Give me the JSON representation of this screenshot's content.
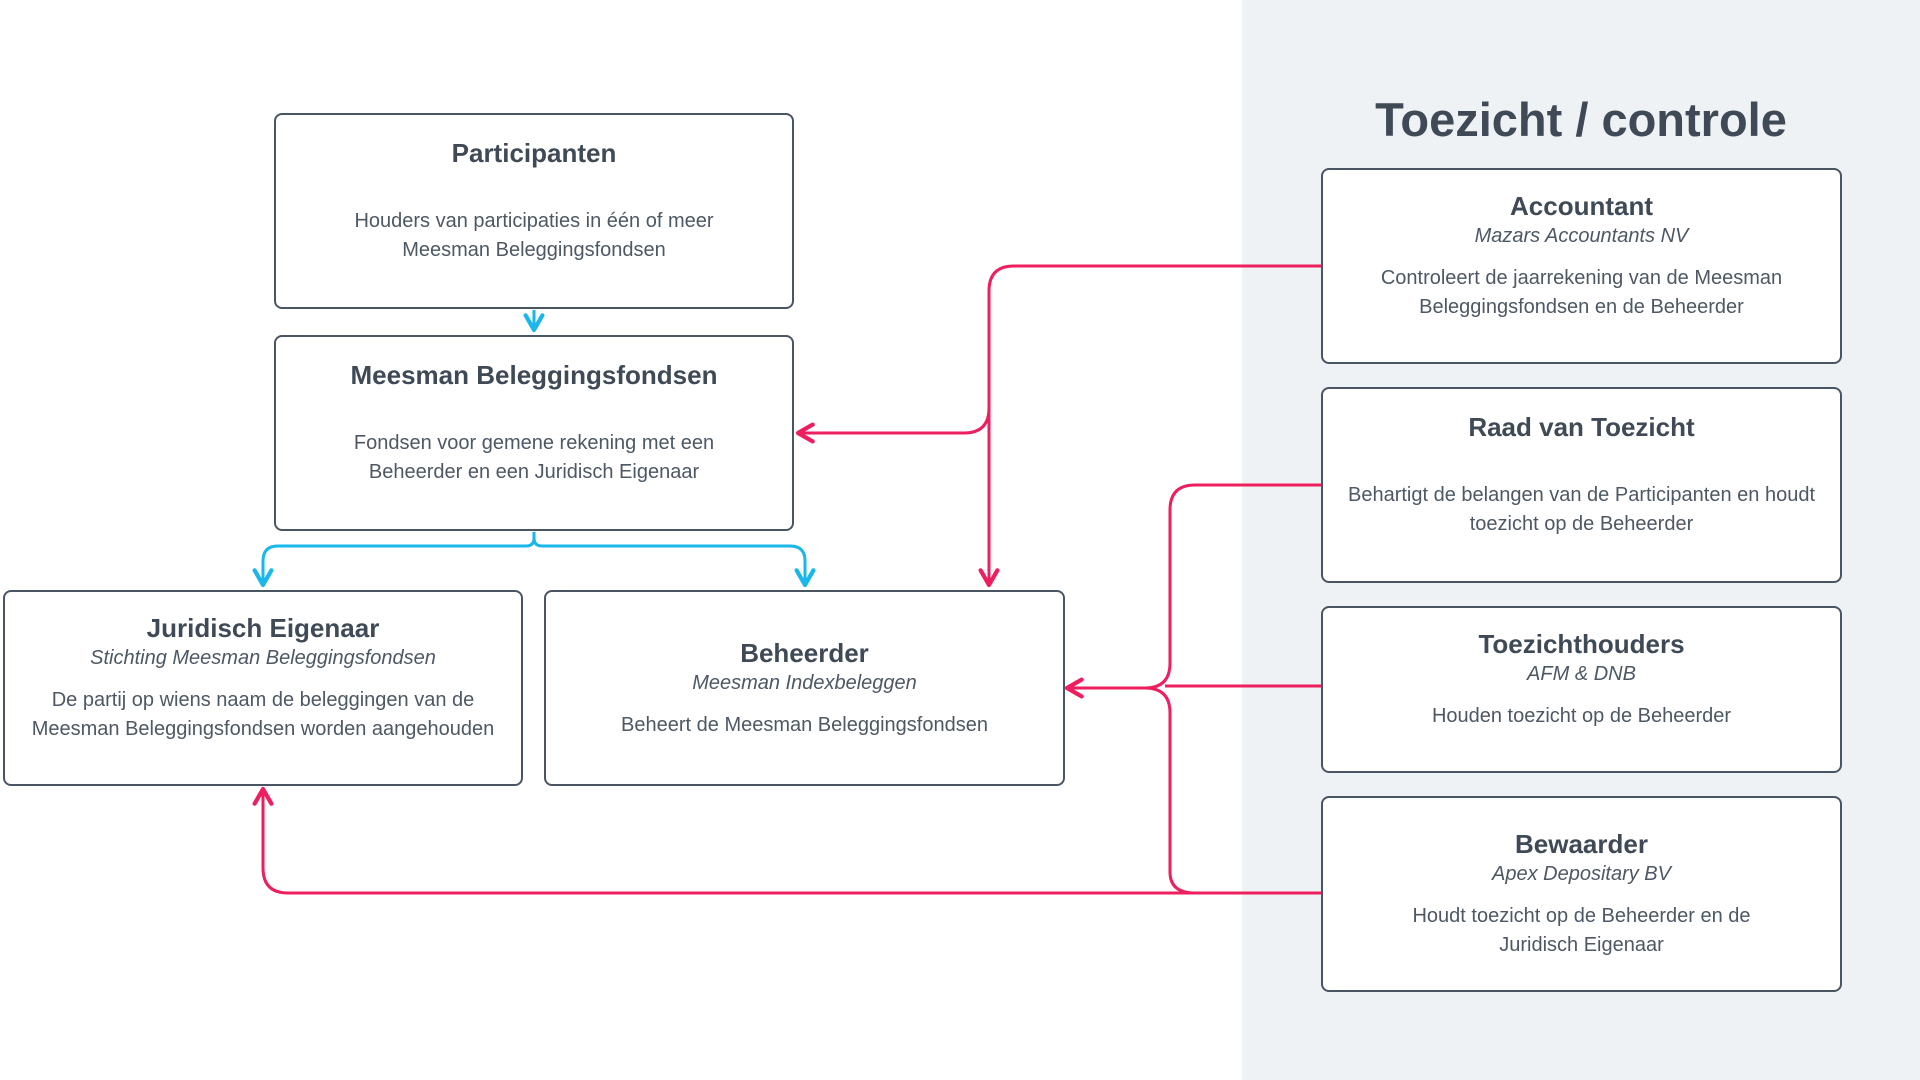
{
  "panel": {
    "title": "Toezicht / controle"
  },
  "boxes": {
    "participanten": {
      "title": "Participanten",
      "desc": "Houders van participaties in één of meer Meesman Beleggingsfondsen"
    },
    "fondsen": {
      "title": "Meesman Beleggingsfondsen",
      "desc": "Fondsen voor gemene rekening met een Beheerder en een Juridisch Eigenaar"
    },
    "juridisch": {
      "title": "Juridisch Eigenaar",
      "sub": "Stichting Meesman Beleggingsfondsen",
      "desc": "De partij op wiens naam de beleggingen van de Meesman Beleggingsfondsen worden aangehouden"
    },
    "beheerder": {
      "title": "Beheerder",
      "sub": "Meesman Indexbeleggen",
      "desc": "Beheert de Meesman Beleggingsfondsen"
    },
    "accountant": {
      "title": "Accountant",
      "sub": "Mazars Accountants NV",
      "desc": "Controleert de jaarrekening van de Meesman Beleggingsfondsen en de Beheerder"
    },
    "raad": {
      "title": "Raad van Toezicht",
      "desc": "Behartigt de belangen van de Participanten en houdt toezicht op de Beheerder"
    },
    "toezichthouders": {
      "title": "Toezichthouders",
      "sub": "AFM & DNB",
      "desc": "Houden toezicht op de Beheerder"
    },
    "bewaarder": {
      "title": "Bewaarder",
      "sub": "Apex Depositary BV",
      "desc": "Houdt toezicht op de Beheerder en de Juridisch Eigenaar"
    }
  },
  "colors": {
    "structure_arrow": "#1ab7ea",
    "oversight_arrow": "#ee1f5f",
    "panel_bg": "#eef2f4",
    "box_border": "#4a5563",
    "text": "#3f4a56"
  }
}
